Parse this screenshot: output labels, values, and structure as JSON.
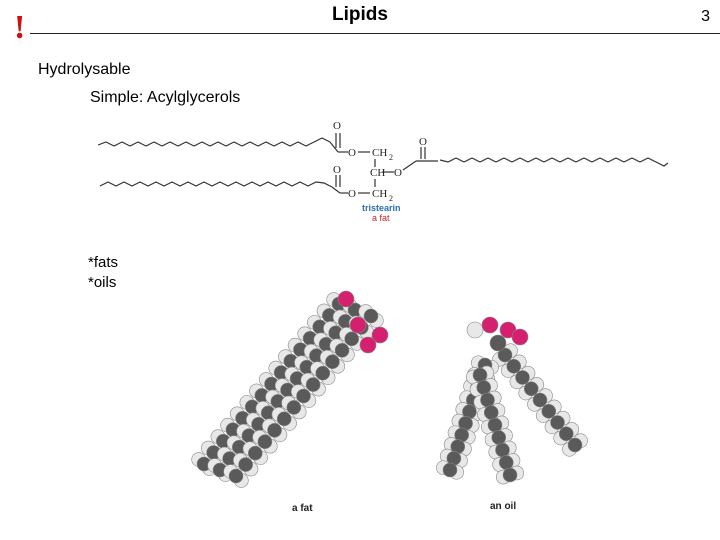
{
  "slide": {
    "marker": "!",
    "title": "Lipids",
    "page_number": "3"
  },
  "content": {
    "heading": "Hydrolysable",
    "subheading": "Simple: Acylglycerols",
    "bullets": [
      "*fats",
      "*oils"
    ]
  },
  "figure_top": {
    "atoms": {
      "O": "O",
      "CH2": "CH",
      "H": "H",
      "sub2": "2"
    },
    "name": "tristearin",
    "caption": "a fat",
    "name_color": "#2a6db5",
    "caption_color": "#cc2222"
  },
  "figure_bottom": {
    "label_left": "a fat",
    "label_right": "an oil",
    "colors": {
      "carbon": "#5a5a5a",
      "hydrogen": "#e8e8e8",
      "oxygen": "#d4206e"
    }
  }
}
